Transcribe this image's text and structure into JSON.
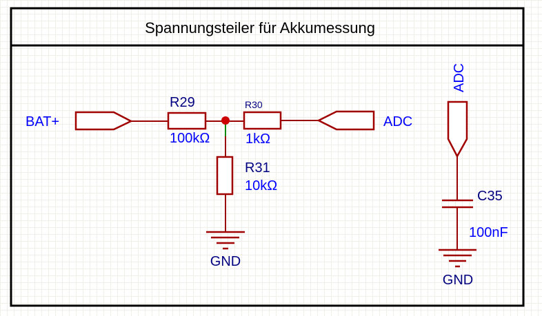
{
  "title": "Spannungsteiler für Akkumessung",
  "colors": {
    "wire": "#990000",
    "component": "#a00000",
    "net_label": "#0000ff",
    "designator": "#000080",
    "junction": "#cc0000",
    "frame": "#000000"
  },
  "net_ports": {
    "bat_plus": "BAT+",
    "adc_right": "ADC",
    "adc_cap": "ADC"
  },
  "components": {
    "r29": {
      "designator": "R29",
      "value": "100kΩ"
    },
    "r30": {
      "designator": "R30",
      "value": "1kΩ"
    },
    "r31": {
      "designator": "R31",
      "value": "10kΩ"
    },
    "c35": {
      "designator": "C35",
      "value": "100nF"
    }
  },
  "grounds": {
    "gnd_divider": "GND",
    "gnd_cap": "GND"
  }
}
